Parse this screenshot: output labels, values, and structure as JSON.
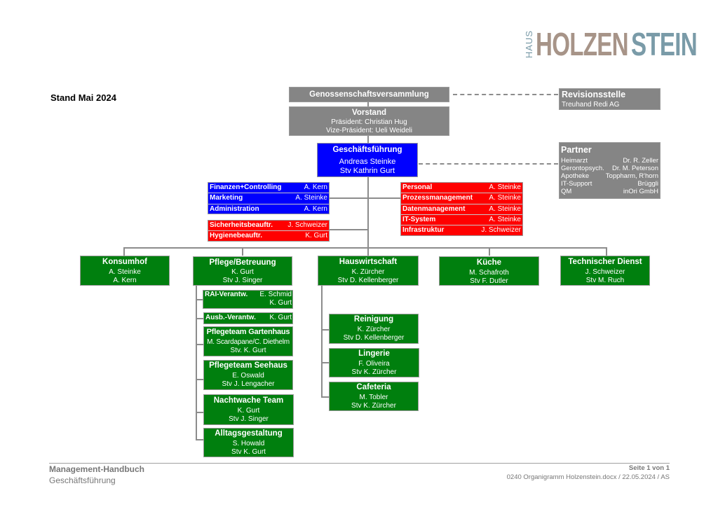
{
  "logo": {
    "haus": "HAUS",
    "holzen": "HOLZEN",
    "stein": "STEIN"
  },
  "stand": "Stand Mai 2024",
  "gv": {
    "title": "Genossenschaftsversammlung"
  },
  "vorstand": {
    "title": "Vorstand",
    "lines": [
      "Präsident: Christian Hug",
      "Vize-Präsident: Ueli Weideli"
    ]
  },
  "revision": {
    "title": "Revisionsstelle",
    "lines": [
      "Treuhand Redi AG"
    ]
  },
  "gf": {
    "title": "Geschäftsführung",
    "lines": [
      "Andreas Steinke",
      "Stv Kathrin Gurt"
    ]
  },
  "partner": {
    "title": "Partner",
    "rows": [
      [
        "Heimarzt",
        "Dr. R. Zeller"
      ],
      [
        "Gerontopsych.",
        "Dr. M. Peterson"
      ],
      [
        "Apotheke",
        "Toppharm, R'horn"
      ],
      [
        "IT-Support",
        "Brüggli"
      ],
      [
        "QM",
        "inOri GmbH"
      ]
    ]
  },
  "staff_blue": [
    [
      "Finanzen+Controlling",
      "A. Kern"
    ],
    [
      "Marketing",
      "A. Steinke"
    ],
    [
      "Administration",
      "A. Kern"
    ]
  ],
  "staff_red_left": [
    [
      "Sicherheitsbeauftr.",
      "J. Schweizer"
    ],
    [
      "Hygienebeauftr.",
      "K. Gurt"
    ]
  ],
  "staff_red_right": [
    [
      "Personal",
      "A. Steinke"
    ],
    [
      "Prozessmanagement",
      "A. Steinke"
    ],
    [
      "Datenmanagement",
      "A. Steinke"
    ],
    [
      "IT-System",
      "A. Steinke"
    ],
    [
      "Infrastruktur",
      "J. Schweizer"
    ]
  ],
  "depts": {
    "konsumhof": {
      "title": "Konsumhof",
      "lines": [
        "A. Steinke",
        "A. Kern"
      ]
    },
    "pflege": {
      "title": "Pflege/Betreuung",
      "lines": [
        "K. Gurt",
        "Stv J. Singer"
      ]
    },
    "haus": {
      "title": "Hauswirtschaft",
      "lines": [
        "K. Zürcher",
        "Stv D. Kellenberger"
      ]
    },
    "kueche": {
      "title": "Küche",
      "lines": [
        "M. Schafroth",
        "Stv F. Dutler"
      ]
    },
    "technik": {
      "title": "Technischer Dienst",
      "lines": [
        "J. Schweizer",
        "Stv M. Ruch"
      ]
    }
  },
  "pflege_subs": {
    "rai": {
      "title": "RAI-Verantw.",
      "lines": [
        "E. Schmid",
        "K. Gurt"
      ]
    },
    "ausb": {
      "title": "Ausb.-Verantw.",
      "lines": [
        "K. Gurt"
      ]
    },
    "garten": {
      "title": "Pflegeteam Gartenhaus",
      "lines": [
        "M. Scardapane/C. Diethelm",
        "Stv. K. Gurt"
      ]
    },
    "seehaus": {
      "title": "Pflegeteam Seehaus",
      "lines": [
        "E. Oswald",
        "Stv J. Lengacher"
      ]
    },
    "nacht": {
      "title": "Nachtwache Team",
      "lines": [
        "K. Gurt",
        "Stv J. Singer"
      ]
    },
    "alltag": {
      "title": "Alltagsgestaltung",
      "lines": [
        "S. Howald",
        "Stv K. Gurt"
      ]
    }
  },
  "haus_subs": {
    "reinigung": {
      "title": "Reinigung",
      "lines": [
        "K. Zürcher",
        "Stv D. Kellenberger"
      ]
    },
    "lingerie": {
      "title": "Lingerie",
      "lines": [
        "F. Oliveira",
        "Stv K. Zürcher"
      ]
    },
    "cafeteria": {
      "title": "Cafeteria",
      "lines": [
        "M. Tobler",
        "Stv K. Zürcher"
      ]
    }
  },
  "footer": {
    "left_title": "Management-Handbuch",
    "left_sub": "Geschäftsführung",
    "page": "Seite 1 von 1",
    "doc": "0240 Organigramm Holzenstein.docx / 22.05.2024 / AS"
  },
  "colors": {
    "gray": "#858585",
    "blue": "#0000ff",
    "red": "#ff0000",
    "green": "#007f0e",
    "logo_brown": "#a79488",
    "logo_blue": "#7a9ba8"
  }
}
